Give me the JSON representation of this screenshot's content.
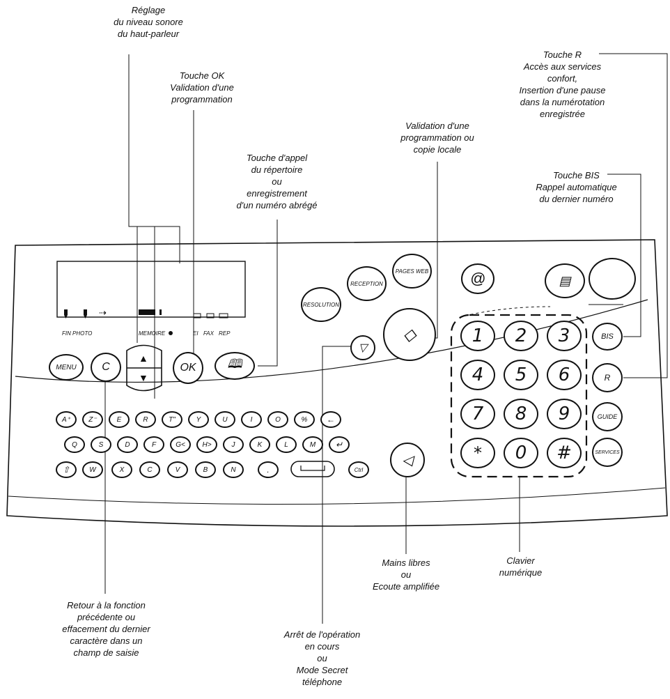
{
  "callouts": {
    "volume": [
      "Réglage",
      "du niveau sonore",
      "du haut-parleur"
    ],
    "ok": [
      "Touche OK",
      "Validation d'une",
      "programmation"
    ],
    "repertoire": [
      "Touche  d'appel",
      "du répertoire",
      "ou",
      "enregistrement",
      "d'un numéro abrégé"
    ],
    "validation": [
      "Validation d'une",
      "programmation ou",
      "copie locale"
    ],
    "r_key": [
      "Touche R",
      "Accès aux services",
      "confort,",
      "Insertion d'une pause",
      "dans la numérotation",
      "enregistrée"
    ],
    "bis": [
      "Touche BIS",
      "Rappel automatique",
      "du dernier numéro"
    ],
    "mains_libres": [
      "Mains libres",
      "ou",
      "Ecoute amplifiée"
    ],
    "clavier": [
      "Clavier",
      "numérique"
    ],
    "retour": [
      "Retour à la fonction",
      "précédente ou",
      "effacement du dernier",
      "caractère dans un",
      "champ de saisie"
    ],
    "arret": [
      "Arrêt de l'opération",
      "en cours",
      "ou",
      "Mode Secret",
      "téléphone"
    ]
  },
  "display_labels": {
    "fin": "FIN",
    "photo": "PHOTO",
    "memoire": "MEMOIRE",
    "ei": "EI",
    "fax": "FAX",
    "rep": "REP"
  },
  "buttons": {
    "resolution": "RESOLUTION",
    "reception": "RECEPTION",
    "pages_web": "PAGES WEB",
    "at": "@",
    "menu": "MENU",
    "c": "C",
    "ok": "OK",
    "bis": "BIS",
    "r": "R",
    "guide": "GUIDE",
    "services": "SERVICES",
    "ctrl": "Ctrl",
    "arrow_up": "▲",
    "arrow_down": "▼",
    "diamond": "◇",
    "stop": "▽",
    "book": "🕮",
    "speaker": "◁",
    "list": "▤"
  },
  "keypad": [
    "1",
    "2",
    "3",
    "4",
    "5",
    "6",
    "7",
    "8",
    "9",
    "*",
    "0",
    "#"
  ],
  "alpha_row1": [
    "A⁺",
    "Z⁻",
    "E",
    "R",
    "T\"",
    "Y",
    "U",
    "I",
    "O",
    "%",
    "←"
  ],
  "alpha_row2": [
    "Q",
    "S",
    "D",
    "F",
    "G<",
    "H>",
    "J",
    "K",
    "L",
    "M",
    "↵"
  ],
  "alpha_row3": [
    "⇧",
    "W",
    "X",
    "C",
    "V",
    "B",
    "N",
    "."
  ]
}
